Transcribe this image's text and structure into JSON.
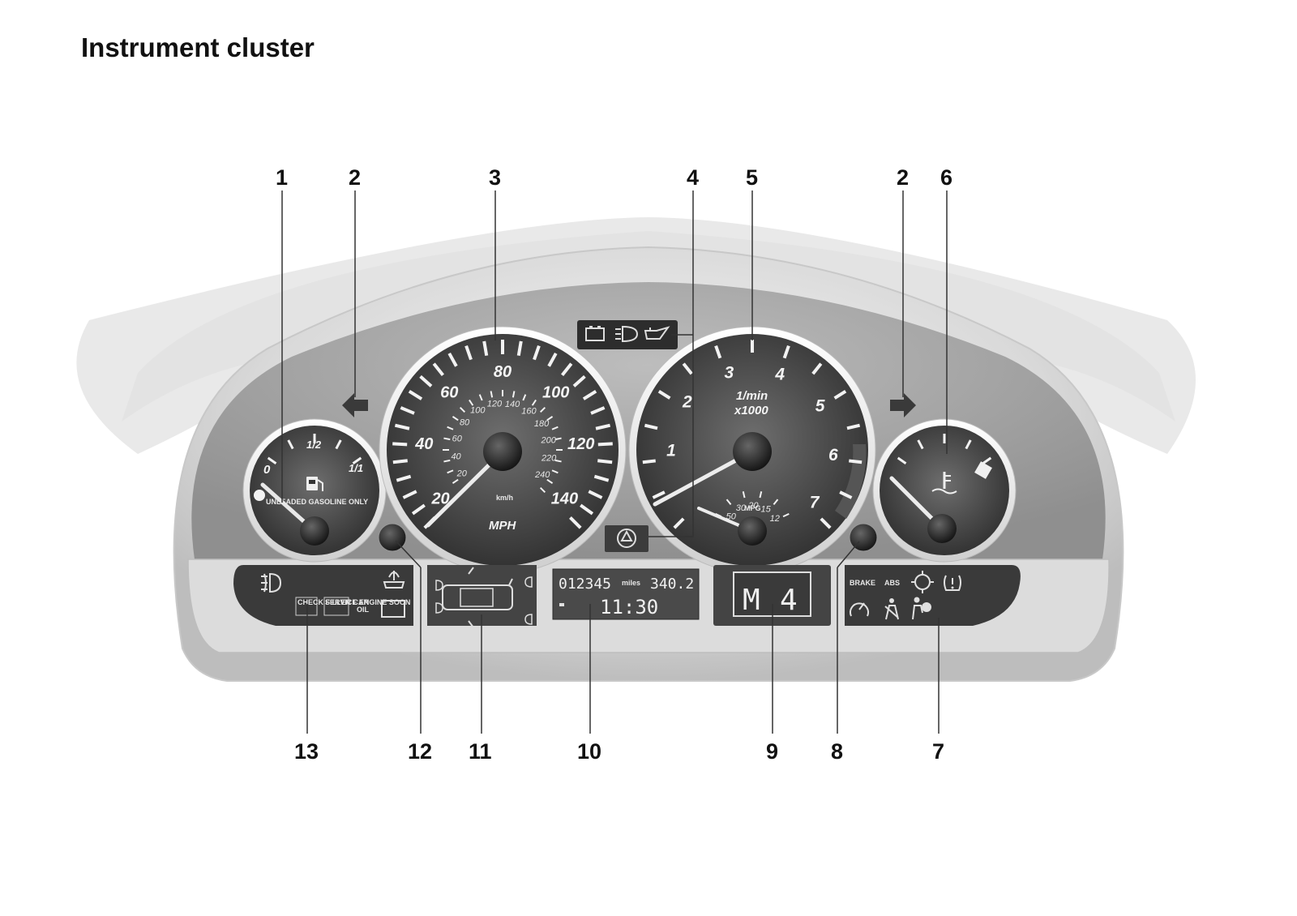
{
  "title": "Instrument cluster",
  "callouts": {
    "top": [
      "1",
      "2",
      "3",
      "4",
      "5",
      "2",
      "6"
    ],
    "bottom": [
      "13",
      "12",
      "11",
      "10",
      "9",
      "8",
      "7"
    ]
  },
  "fuel_gauge": {
    "labels": [
      "0",
      "1/2",
      "1/1"
    ],
    "legend": "UNLEADED GASOLINE ONLY"
  },
  "speedometer": {
    "mph_labels": [
      "20",
      "40",
      "60",
      "80",
      "100",
      "120",
      "140"
    ],
    "kmh_labels": [
      "20",
      "40",
      "60",
      "80",
      "100",
      "120",
      "140",
      "160",
      "180",
      "200",
      "220",
      "240"
    ],
    "unit_small": "km/h",
    "unit": "MPH"
  },
  "tachometer": {
    "labels": [
      "1",
      "2",
      "3",
      "4",
      "5",
      "6",
      "7"
    ],
    "unit_line1": "1/min",
    "unit_line2": "x1000",
    "economy_labels": [
      "50",
      "30",
      "20",
      "15",
      "12"
    ],
    "economy_unit": "MPG"
  },
  "display": {
    "odometer": "012345",
    "odo_unit": "miles",
    "trip": "340.2",
    "clock": "11:30"
  },
  "gear_display": {
    "gear": "M",
    "number": "4"
  },
  "left_panel": {
    "check_filler_cap": "CHECK FILLER CAP",
    "service_engine_soon": "SERVICE ENGINE SOON",
    "oil_label": "OIL"
  },
  "right_panel": {
    "brake": "BRAKE",
    "abs": "ABS"
  },
  "icons": [
    "battery-icon",
    "headlight-icon",
    "oil-can-icon",
    "turn-left-arrow-icon",
    "turn-right-arrow-icon",
    "fuel-pump-icon",
    "coolant-temp-icon",
    "fog-light-icon",
    "washer-fluid-icon",
    "car-top-view-icon",
    "traction-control-icon",
    "brake-pad-icon",
    "tire-pressure-icon",
    "cruise-control-icon",
    "seatbelt-icon",
    "airbag-icon",
    "reset-knob-icon",
    "dsc-icon"
  ]
}
